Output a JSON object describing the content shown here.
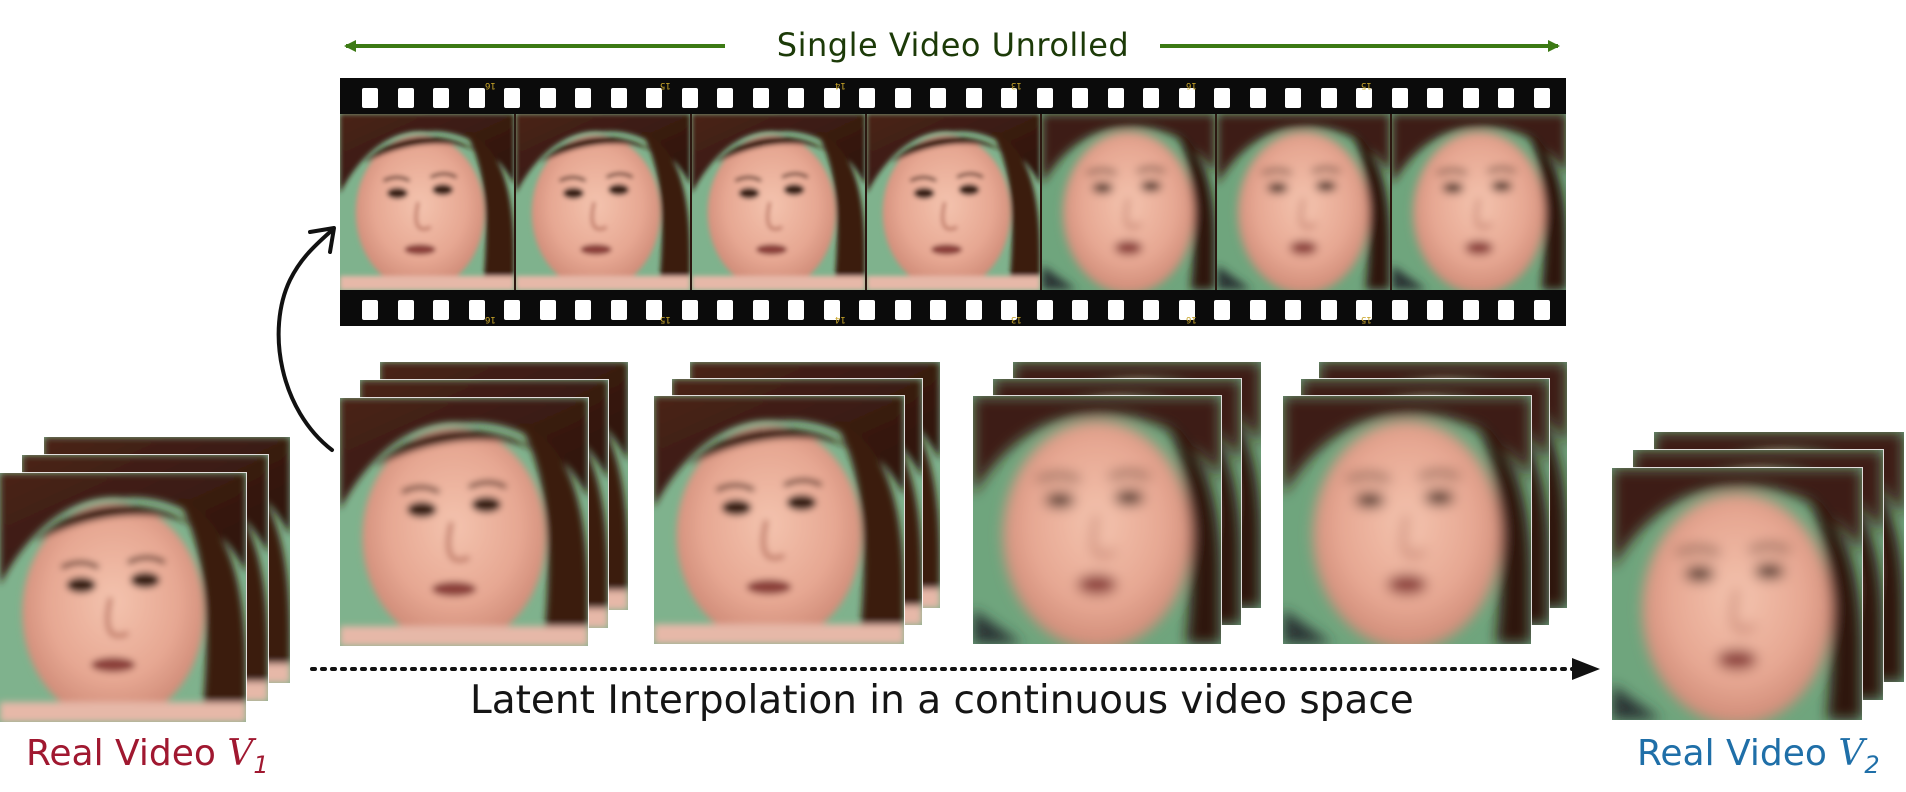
{
  "title": "Single Video Unrolled",
  "caption": "Latent Interpolation in a continuous video space",
  "source_label": {
    "text": "Real Video",
    "symbol": "V",
    "subscript": "1"
  },
  "target_label": {
    "text": "Real Video",
    "symbol": "V",
    "subscript": "2"
  },
  "film_frame_numbers": [
    "16",
    "15",
    "14",
    "13",
    "16",
    "15"
  ],
  "colors": {
    "title": "#1c3a08",
    "title_arrow": "#3c7a14",
    "source_label": "#a01830",
    "target_label": "#1f6fa8",
    "caption": "#151515"
  },
  "icons": [
    "curved-arrow-icon",
    "dotted-arrow-icon",
    "double-headed-arrow-icon"
  ]
}
